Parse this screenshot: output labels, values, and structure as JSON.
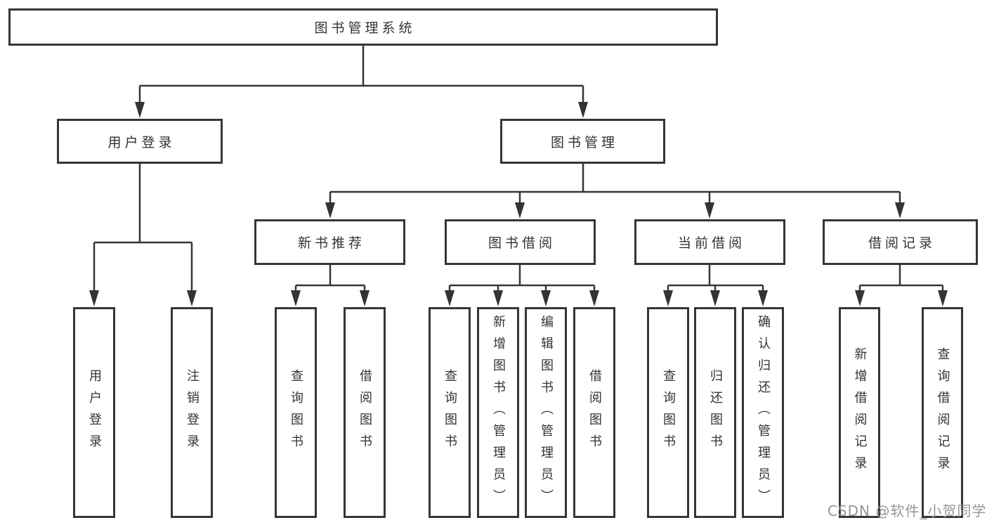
{
  "title": "图书管理系统",
  "tree": {
    "user_login": {
      "label": "用户登录",
      "children": [
        "用户登录",
        "注销登录"
      ]
    },
    "book_mgmt": {
      "label": "图书管理",
      "sections": [
        {
          "label": "新书推荐",
          "children": [
            "查询图书",
            "借阅图书"
          ]
        },
        {
          "label": "图书借阅",
          "children": [
            "查询图书",
            "新增图书（管理员）",
            "编辑图书（管理员）",
            "借阅图书"
          ]
        },
        {
          "label": "当前借阅",
          "children": [
            "查询图书",
            "归还图书",
            "确认归还（管理员）"
          ]
        },
        {
          "label": "借阅记录",
          "children": [
            "新增借阅记录",
            "查询借阅记录"
          ]
        }
      ]
    }
  },
  "watermark": "CSDN @软件_小贺同学",
  "colors": {
    "line": "#363636",
    "border": "#363636",
    "text": "#333333",
    "arrow": "#333333",
    "watermark": "#96969a",
    "background": "#ffffff"
  }
}
